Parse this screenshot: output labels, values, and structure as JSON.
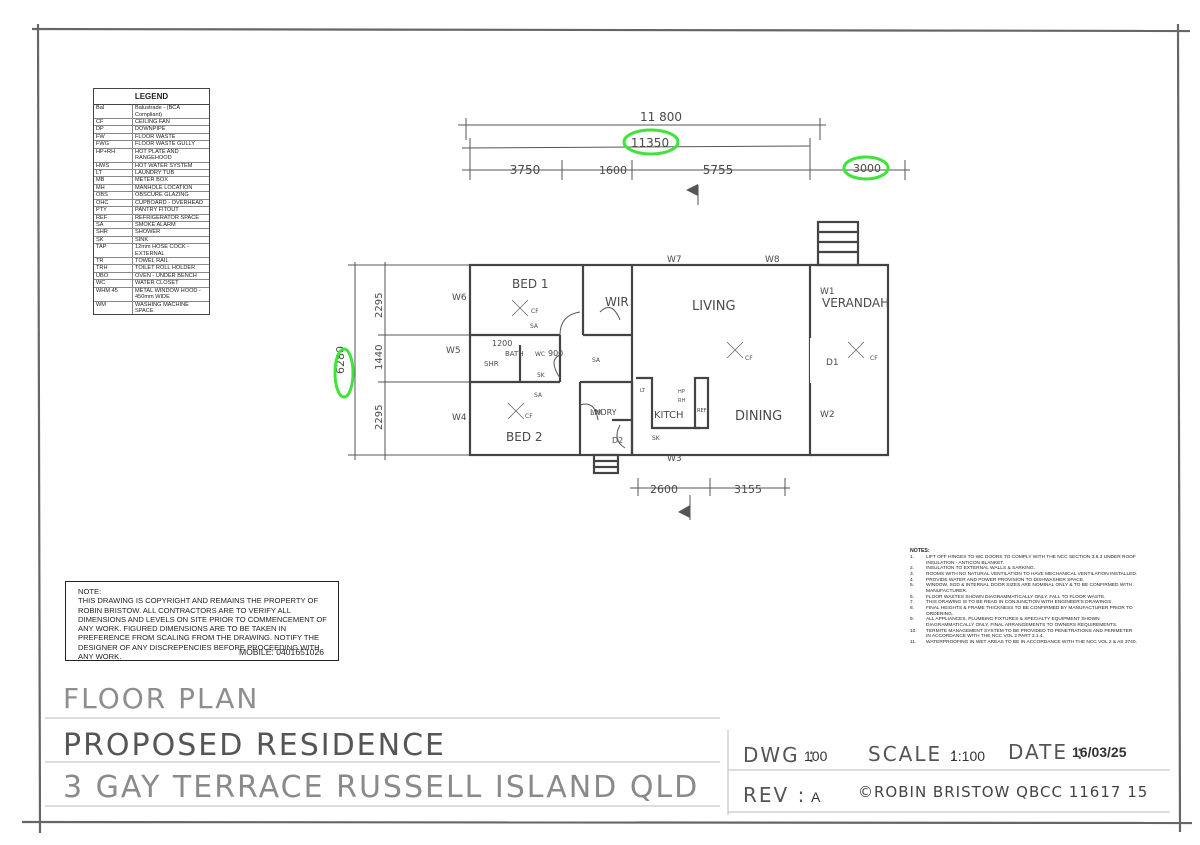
{
  "legend": {
    "title": "LEGEND",
    "items": [
      {
        "code": "Bal",
        "desc": "Balustrade - (BCA Compliant)"
      },
      {
        "code": "CF",
        "desc": "CEILING FAN"
      },
      {
        "code": "DP",
        "desc": "DOWNPIPE"
      },
      {
        "code": "FW",
        "desc": "FLOOR WASTE"
      },
      {
        "code": "FWG",
        "desc": "FLOOR WASTE GULLY"
      },
      {
        "code": "HP+RH",
        "desc": "HOT PLATE AND RANGEHOOD"
      },
      {
        "code": "HWS",
        "desc": "HOT WATER SYSTEM"
      },
      {
        "code": "LT",
        "desc": "LAUNDRY TUB"
      },
      {
        "code": "MB",
        "desc": "METER BOX"
      },
      {
        "code": "MH",
        "desc": "MANHOLE LOCATION"
      },
      {
        "code": "OBS",
        "desc": "OBSCURE GLAZING"
      },
      {
        "code": "OHC",
        "desc": "CUPBOARD - OVERHEAD"
      },
      {
        "code": "PTY",
        "desc": "PANTRY FITOUT"
      },
      {
        "code": "REF",
        "desc": "REFRIGERATOR SPACE"
      },
      {
        "code": "SA",
        "desc": "SMOKE ALARM"
      },
      {
        "code": "SHR",
        "desc": "SHOWER"
      },
      {
        "code": "SK",
        "desc": "SINK"
      },
      {
        "code": "TAP",
        "desc": "12mm HOSE COCK - EXTERNAL"
      },
      {
        "code": "TR",
        "desc": "TOWEL RAIL"
      },
      {
        "code": "TRH",
        "desc": "TOILET ROLL HOLDER"
      },
      {
        "code": "UBO",
        "desc": "OVEN - UNDER BENCH"
      },
      {
        "code": "WC",
        "desc": "WATER CLOSET"
      },
      {
        "code": "WHM 45",
        "desc": "METAL WINDOW HOOD - 450mm WIDE"
      },
      {
        "code": "WM",
        "desc": "WASHING MACHINE SPACE"
      }
    ]
  },
  "dimensions": {
    "overall": "11 800",
    "main": "11350",
    "verandah_width": "3000",
    "segments_top": [
      "3750",
      "1600",
      "5755"
    ],
    "segments_bottom": [
      "2600",
      "3155"
    ],
    "side_total": "6280",
    "side_segments": [
      "2295",
      "1440",
      "2295"
    ],
    "bath": "1200",
    "door_900": "900"
  },
  "rooms": {
    "bed1": "BED 1",
    "bed2": "BED 2",
    "wir": "WIR",
    "living": "LIVING",
    "verandah": "VERANDAH",
    "dining": "DINING",
    "kitch": "KITCH",
    "lndry": "LNDRY",
    "bath": "BATH",
    "shr": "SHR",
    "wc": "WC"
  },
  "fixtures": {
    "cf": "CF",
    "sa": "SA",
    "sk": "SK",
    "ref": "REF",
    "wm": "WM",
    "hp": "HP",
    "rh": "RH",
    "lt": "LT"
  },
  "openings": {
    "w1": "W1",
    "w2": "W2",
    "w3": "W3",
    "w4": "W4",
    "w5": "W5",
    "w6": "W6",
    "w7": "W7",
    "w8": "W8",
    "d1": "D1",
    "d2": "D2"
  },
  "copyright": {
    "heading": "NOTE:",
    "body": "THIS DRAWING IS COPYRIGHT AND REMAINS THE PROPERTY OF ROBIN BRISTOW. ALL CONTRACTORS ARE TO VERIFY ALL DIMENSIONS AND LEVELS ON SITE PRIOR TO COMMENCEMENT OF ANY WORK. FIGURED DIMENSIONS ARE TO BE TAKEN IN PREFERENCE FROM SCALING FROM THE DRAWING. NOTIFY THE DESIGNER OF ANY DISCREPENCIES BEFORE PROCEEDING WITH ANY WORK.",
    "mobile": "MOBILE: 0401651026"
  },
  "notes": {
    "title": "NOTES:",
    "items": [
      {
        "num": "1.",
        "text": "Lift off hinges to WC doors to comply with the NCC section 3.8.3 under roof insulation - anticon blanket."
      },
      {
        "num": "2.",
        "text": "Insulation to external walls & sarking."
      },
      {
        "num": "3.",
        "text": "Rooms with no natural ventilation to have mechanical ventilation installed."
      },
      {
        "num": "4.",
        "text": "Provide water and power provision to dishwasher space."
      },
      {
        "num": "5.",
        "text": "Window, SGD & internal door sizes are nominal only & to be confirmed with manufacturer."
      },
      {
        "num": "6.",
        "text": "Floor wastes shown diagrammatically only. Fall to floor waste."
      },
      {
        "num": "7.",
        "text": "This drawing is to be read in conjunction with engineer's drawings."
      },
      {
        "num": "8.",
        "text": "Final heights & frame thickness to be confirmed by manufacturer prior to ordering."
      },
      {
        "num": "9.",
        "text": "All appliances, plumbing fixtures & specialty equipment shown diagrammatically only. Final arrangements to owners requirements."
      },
      {
        "num": "10.",
        "text": "Termite management system to be provided to penetrations and perimeter in accordance with the NCC vol 2 part 3.1.4."
      },
      {
        "num": "11.",
        "text": "Waterproofing in wet areas to be in accordance with the NCC vol 2 & AS 3740."
      }
    ]
  },
  "title_block": {
    "drawing_title": "FLOOR PLAN",
    "project": "PROPOSED RESIDENCE",
    "address": "3 GAY TERRACE RUSSELL ISLAND QLD",
    "dwg_label": "DWG :",
    "dwg_value": "100",
    "scale_label": "SCALE :",
    "scale_value": "1:100",
    "date_label": "DATE :",
    "date_value": "16/03/25",
    "rev_label": "REV :",
    "rev_value": "A",
    "author": "©ROBIN BRISTOW QBCC 11617 15"
  },
  "colors": {
    "highlight": "#3fe43a",
    "pencil": "#4a4a4a",
    "border": "#666666"
  }
}
